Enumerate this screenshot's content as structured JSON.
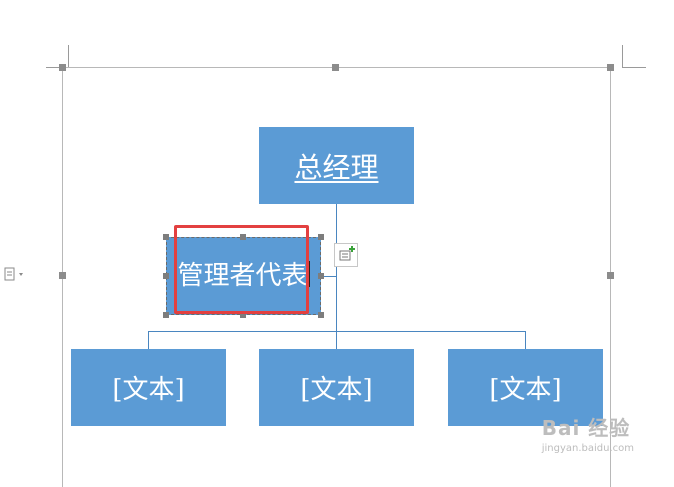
{
  "org_chart": {
    "top": "总经理",
    "assistant": "管理者代表",
    "subordinates": [
      "[文本]",
      "[文本]",
      "[文本]"
    ]
  },
  "watermark": {
    "logo": "Bai 经验",
    "url": "jingyan.baidu.com"
  },
  "colors": {
    "box_fill": "#5b9bd5",
    "connector": "#4a86c0",
    "highlight": "#e34040"
  },
  "icons": {
    "layout_options": "add-layout-icon",
    "doc": "document-icon"
  }
}
